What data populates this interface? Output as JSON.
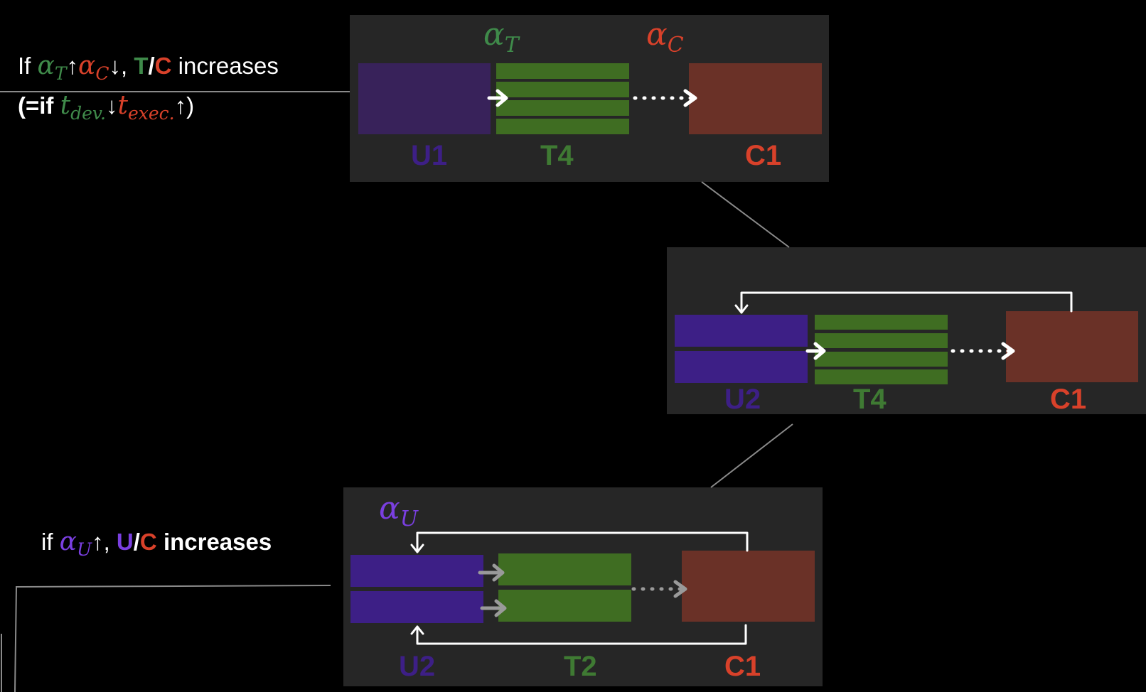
{
  "notes": {
    "top": {
      "if": "If",
      "alpha_t": "α",
      "alpha_t_sub": "T",
      "up": "↑",
      "alpha_c": "α",
      "alpha_c_sub": "C",
      "down": "↓,",
      "t": "T",
      "slash": "/",
      "c": "C",
      "increases": "increases"
    },
    "top_line2": {
      "open": "(=if",
      "t_dev": "t",
      "t_dev_sub": "dev.",
      "down": "↓",
      "t_exec": "t",
      "t_exec_sub": "exec.",
      "close": "↑)"
    },
    "bottom": {
      "if": "if",
      "alpha_u": "α",
      "alpha_u_sub": "U",
      "up": "↑,",
      "u": "U",
      "slash": "/",
      "c": "C",
      "increases": "increases"
    }
  },
  "panel1": {
    "alpha_t": "α",
    "alpha_t_sub": "T",
    "alpha_c": "α",
    "alpha_c_sub": "C",
    "labels": {
      "u": "U1",
      "t": "T4",
      "c": "C1"
    }
  },
  "panel2": {
    "labels": {
      "u": "U2",
      "t": "T4",
      "c": "C1"
    }
  },
  "panel3": {
    "alpha_u": "α",
    "alpha_u_sub": "U",
    "labels": {
      "u": "U2",
      "t": "T2",
      "c": "C1"
    }
  },
  "colors": {
    "u": "#3d1f86",
    "t": "#3f6d22",
    "c": "#6a3127",
    "u_text": "#3d1f86",
    "t_text": "#3f7a33",
    "c_text": "#d8412a",
    "alpha_t": "#3f8a4a",
    "alpha_c": "#d8412a",
    "alpha_u": "#7a3fe0",
    "panel": "#262626"
  }
}
